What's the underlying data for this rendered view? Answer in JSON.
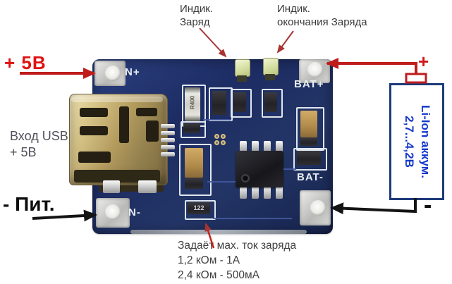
{
  "annotations": {
    "charge_led_label": "Индик.\nЗаряд",
    "done_led_label": "Индик.\nокончания Заряда",
    "input_plus_label": "+ 5В",
    "usb_input_label": "Вход USB\n+ 5В",
    "input_minus_label": "- Пит.",
    "prog_note": "Задаёт мах. ток заряда\n1,2 кОм - 1А\n2,4 кОм - 500мА",
    "battery_label": "Li-Ion аккум.\n2,7...4,2В",
    "battery_plus": "+",
    "battery_minus": "-"
  },
  "pcb": {
    "labels": {
      "in_plus": "N+",
      "bat_plus": "BAT+",
      "bat_minus": "BAT-",
      "in_minus": "N-"
    },
    "markings": {
      "sense_resistor": "R400",
      "prog_resistor": "122"
    }
  },
  "colors": {
    "board_blue": "#1d2c63",
    "annotation_red": "#c21a1a",
    "annotation_black": "#141414",
    "battery_text_blue": "#1539cc",
    "silkscreen_white": "#e9eef2"
  }
}
